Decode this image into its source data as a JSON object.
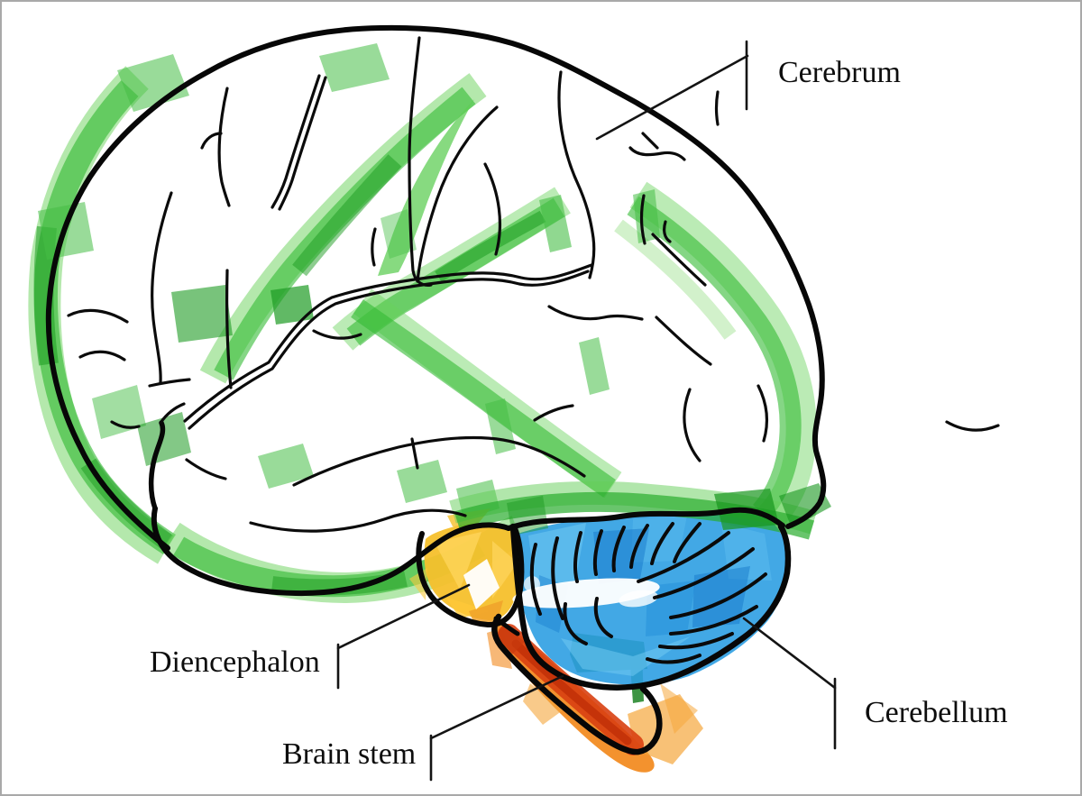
{
  "figure": {
    "type": "hand-drawn brain lateral view diagram",
    "labels": {
      "cerebrum": "Cerebrum",
      "diencephalon": "Diencephalon",
      "brain_stem": "Brain stem",
      "cerebellum": "Cerebellum"
    },
    "colors": {
      "cerebrum_highlighter_green": "#3CBC3C",
      "cerebrum_highlighter_green_dark": "#1E9E23",
      "diencephalon_yellow": "#F5C02C",
      "cerebellum_blue": "#2E9FE2",
      "cerebellum_blue_light": "#74CBF4",
      "brain_stem_orange": "#F2891C",
      "brain_stem_red": "#D84012",
      "ink_outline": "#0A0A0A",
      "page_border": "#A9A9A9",
      "background": "#FFFFFF"
    }
  }
}
